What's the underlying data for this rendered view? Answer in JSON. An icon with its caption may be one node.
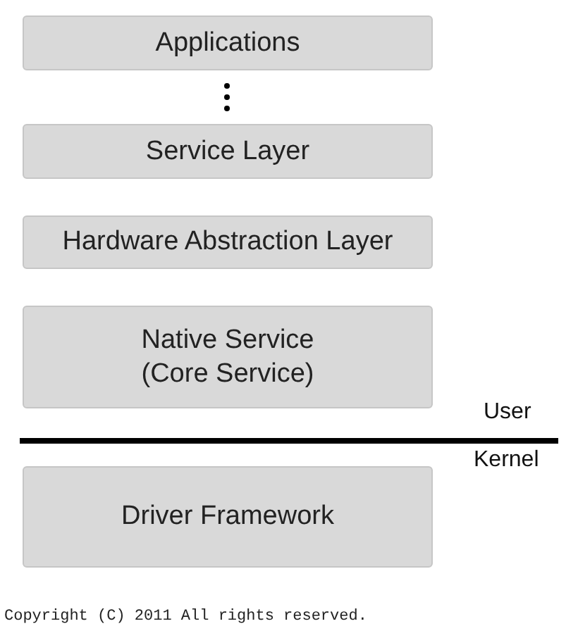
{
  "diagram": {
    "caption": "Copyright (C) 2011 All rights reserved.",
    "nodes": [
      {
        "text": [
          "Applications"
        ]
      },
      {
        "text": [
          "Service Layer"
        ]
      },
      {
        "text": [
          "Hardware Abstraction Layer"
        ]
      },
      {
        "text": [
          "Native Service (Core Service)"
        ]
      },
      {
        "text": [
          "Driver Framework"
        ]
      }
    ],
    "edges": [],
    "labels": [
      "User",
      "Kernel"
    ]
  }
}
